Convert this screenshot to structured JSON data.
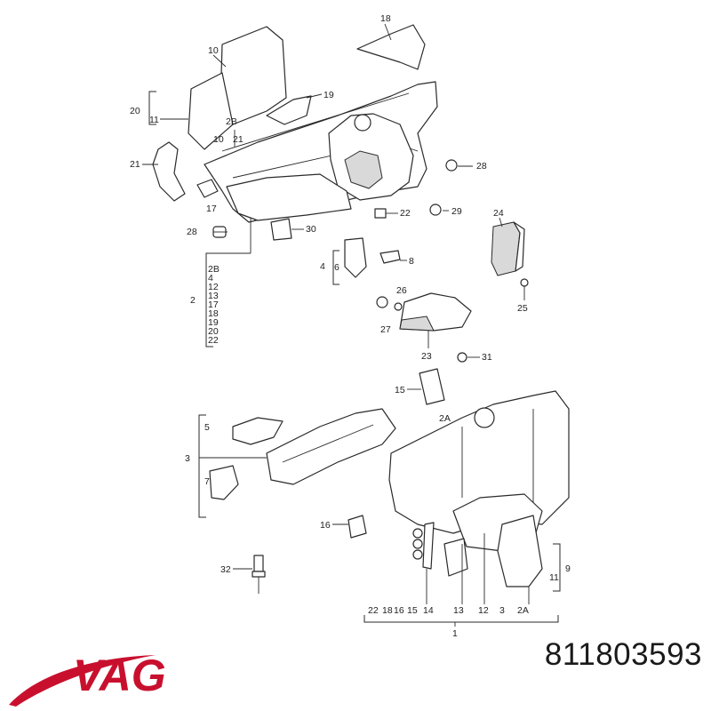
{
  "diagram": {
    "labels": [
      {
        "id": "l18",
        "text": "18"
      },
      {
        "id": "l10",
        "text": "10"
      },
      {
        "id": "l19",
        "text": "19"
      },
      {
        "id": "l20",
        "text": "20"
      },
      {
        "id": "l11a",
        "text": "11"
      },
      {
        "id": "l2B",
        "text": "2B"
      },
      {
        "id": "l10b",
        "text": "10"
      },
      {
        "id": "l21b",
        "text": "21"
      },
      {
        "id": "l21",
        "text": "21"
      },
      {
        "id": "l28a",
        "text": "28"
      },
      {
        "id": "l17",
        "text": "17"
      },
      {
        "id": "l28b",
        "text": "28"
      },
      {
        "id": "l30",
        "text": "30"
      },
      {
        "id": "l22",
        "text": "22"
      },
      {
        "id": "l29",
        "text": "29"
      },
      {
        "id": "l24",
        "text": "24"
      },
      {
        "id": "l8",
        "text": "8"
      },
      {
        "id": "l4",
        "text": "4"
      },
      {
        "id": "l6",
        "text": "6"
      },
      {
        "id": "l26",
        "text": "26"
      },
      {
        "id": "l25",
        "text": "25"
      },
      {
        "id": "l27",
        "text": "27"
      },
      {
        "id": "l23",
        "text": "23"
      },
      {
        "id": "l31",
        "text": "31"
      },
      {
        "id": "l15",
        "text": "15"
      },
      {
        "id": "l2A",
        "text": "2A"
      },
      {
        "id": "l5",
        "text": "5"
      },
      {
        "id": "l3",
        "text": "3"
      },
      {
        "id": "l7",
        "text": "7"
      },
      {
        "id": "l16",
        "text": "16"
      },
      {
        "id": "l9",
        "text": "9"
      },
      {
        "id": "l11b",
        "text": "11"
      },
      {
        "id": "l32",
        "text": "32"
      },
      {
        "id": "l2",
        "text": "2"
      },
      {
        "id": "l1",
        "text": "1"
      }
    ],
    "group2_list": [
      "2B",
      "4",
      "12",
      "13",
      "17",
      "18",
      "19",
      "20",
      "22"
    ],
    "bottom_row": [
      "22",
      "18",
      "16",
      "15",
      "14",
      "13",
      "12",
      "3",
      "2A"
    ]
  },
  "brand": {
    "name": "VAG",
    "color": "#c8102e"
  },
  "part_number": "811803593"
}
